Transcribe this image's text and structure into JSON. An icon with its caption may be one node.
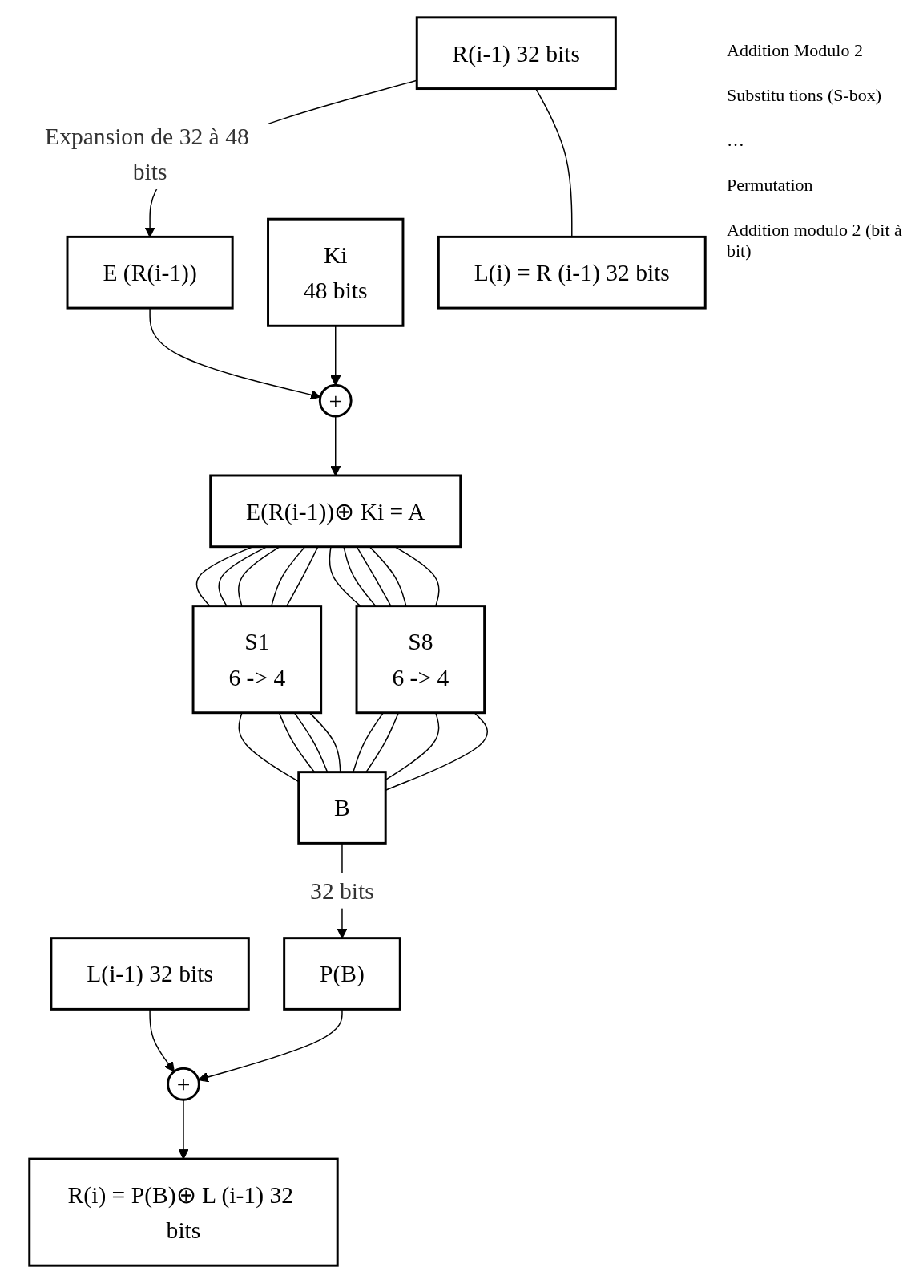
{
  "diagram": {
    "nodes": [
      {
        "text": [
          "L(i-1) 32 bits"
        ]
      },
      {
        "text": [
          "R(i-1) 32 bits"
        ]
      },
      {
        "text": [
          "E (R(i-1))"
        ]
      },
      {
        "text": [
          "Ki",
          "48 bits"
        ]
      },
      {
        "text": [
          "+"
        ]
      },
      {
        "text": [
          "E(R(i-1))⊕ Ki = A"
        ]
      },
      {
        "text": [
          "S1",
          "6 -> 4"
        ]
      },
      {
        "text": [
          "S8",
          "6 -> 4"
        ]
      },
      {
        "text": [
          "B"
        ]
      },
      {
        "text": [
          "P(B)"
        ]
      },
      {
        "text": [
          "+"
        ]
      },
      {
        "text": [
          "L(i) = R (i-1) 32 bits"
        ]
      },
      {
        "text": [
          "R(i) = P(B)⊕ L (i-1) 32 bits"
        ]
      }
    ],
    "edges": [
      {
        "from": 1,
        "to": 2,
        "arrow": "to",
        "label": "Expansion de 32 à 48 bits"
      },
      {
        "from": 1,
        "to": 11,
        "arrow": "none"
      },
      {
        "from": 0,
        "to": 10,
        "arrow": "to"
      },
      {
        "from": 2,
        "to": 4,
        "arrow": "to"
      },
      {
        "from": 3,
        "to": 4,
        "arrow": "to"
      },
      {
        "from": 4,
        "to": 5,
        "arrow": "to"
      },
      {
        "from": 5,
        "to": 6,
        "arrow": "none"
      },
      {
        "from": 5,
        "to": 6,
        "arrow": "none"
      },
      {
        "from": 5,
        "to": 6,
        "arrow": "none"
      },
      {
        "from": 5,
        "to": 6,
        "arrow": "none"
      },
      {
        "from": 5,
        "to": 6,
        "arrow": "none"
      },
      {
        "from": 5,
        "to": 7,
        "arrow": "none"
      },
      {
        "from": 5,
        "to": 7,
        "arrow": "none"
      },
      {
        "from": 5,
        "to": 7,
        "arrow": "none"
      },
      {
        "from": 5,
        "to": 7,
        "arrow": "none"
      },
      {
        "from": 5,
        "to": 7,
        "arrow": "none"
      },
      {
        "from": 6,
        "to": 8,
        "arrow": "none"
      },
      {
        "from": 6,
        "to": 8,
        "arrow": "none"
      },
      {
        "from": 6,
        "to": 8,
        "arrow": "none"
      },
      {
        "from": 6,
        "to": 8,
        "arrow": "none"
      },
      {
        "from": 7,
        "to": 8,
        "arrow": "none"
      },
      {
        "from": 7,
        "to": 8,
        "arrow": "none"
      },
      {
        "from": 7,
        "to": 8,
        "arrow": "none"
      },
      {
        "from": 7,
        "to": 8,
        "arrow": "none"
      },
      {
        "from": 8,
        "to": 9,
        "arrow": "to",
        "label": "32 bits"
      },
      {
        "from": 9,
        "to": 10,
        "arrow": "to"
      },
      {
        "from": 10,
        "to": 12,
        "arrow": "to"
      }
    ],
    "labels": [
      "Addition Modulo 2",
      "Substitu tions (S-box)",
      "…",
      "Permutation",
      "Addition modulo 2 (bit à bit)"
    ]
  }
}
